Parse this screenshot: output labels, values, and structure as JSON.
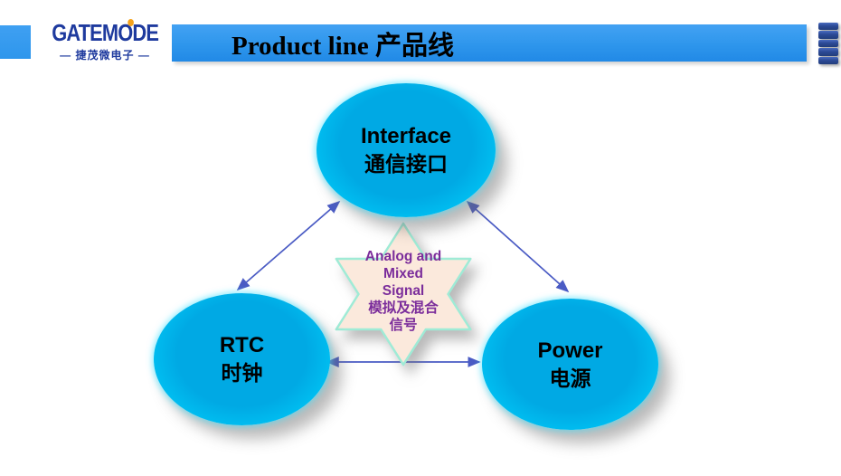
{
  "header": {
    "logo": {
      "brand_prefix": "GATEM",
      "brand_o": "O",
      "brand_suffix": "DE",
      "subtitle": "— 捷茂微电子 —"
    },
    "title": "Product line 产品线"
  },
  "colors": {
    "header_blue": "#2e96ec",
    "logo_navy": "#1e3a9e",
    "logo_orange": "#f5a21b",
    "ellipse_cyan": "#00a9e4",
    "ellipse_glow": "#40e0ff",
    "arrow_blue": "#4a5bc4",
    "star_fill": "#fbe9dc",
    "star_outline": "#9febd6",
    "star_text": "#7b2d9b",
    "books_navy": "#2c4a96"
  },
  "diagram": {
    "nodes": [
      {
        "label_en": "Interface",
        "label_zh": "通信接口"
      },
      {
        "label_en": "RTC",
        "label_zh": "时钟"
      },
      {
        "label_en": "Power",
        "label_zh": "电源"
      }
    ],
    "center_star": {
      "lines": [
        "Analog and",
        "Mixed",
        "Signal",
        "模拟及混合",
        "信号"
      ]
    }
  }
}
